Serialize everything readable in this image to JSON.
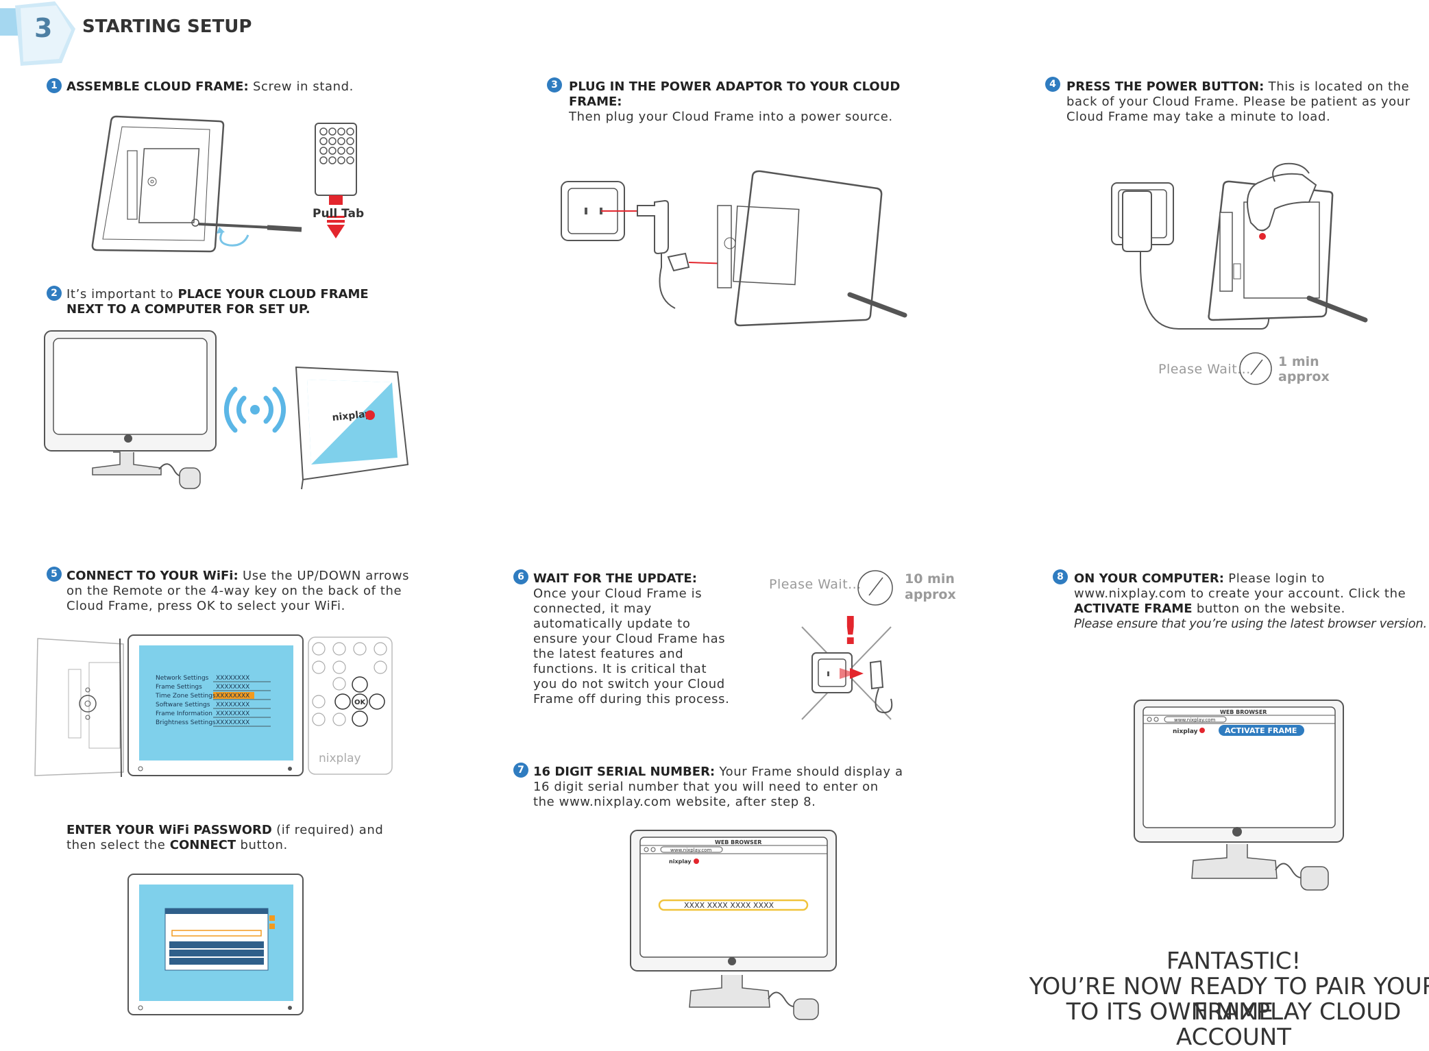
{
  "header": {
    "section_number": "3",
    "title": "STARTING SETUP"
  },
  "steps": [
    {
      "num": "1",
      "bold": "ASSEMBLE CLOUD FRAME:",
      "text": " Screw in stand."
    },
    {
      "num": "2",
      "pre": "It’s important to ",
      "bold": "PLACE YOUR CLOUD FRAME NEXT TO A COMPUTER FOR SET UP."
    },
    {
      "num": "3",
      "bold": "PLUG IN THE POWER ADAPTOR TO YOUR CLOUD FRAME:",
      "text": "Then plug your Cloud Frame into a power source."
    },
    {
      "num": "4",
      "bold": "PRESS THE POWER BUTTON:",
      "text": " This is located on the back of your Cloud Frame. Please be patient as your Cloud Frame may take a minute to load."
    },
    {
      "num": "5",
      "bold": "CONNECT TO YOUR WiFi:",
      "text": " Use the UP/DOWN arrows on the Remote or the 4-way key on the back of the Cloud Frame, press OK to select your WiFi."
    },
    {
      "num": "6",
      "bold": "WAIT FOR THE UPDATE:",
      "text": " Once your Cloud Frame is connected, it may automatically update to ensure your Cloud Frame has the latest features and functions. It is critical that you do not switch your Cloud Frame off during this process."
    },
    {
      "num": "7",
      "bold": "16 DIGIT SERIAL NUMBER:",
      "text": " Your Frame should display a 16 digit serial number that you will need to enter on the www.nixplay.com website, after step 8."
    },
    {
      "num": "8",
      "bold": "ON YOUR COMPUTER:",
      "text": " Please login to www.nixplay.com to create your account. Click the ",
      "bold2": "ACTIVATE FRAME",
      "text2": " button on the website.",
      "note": "Please ensure that you’re using the latest browser version."
    }
  ],
  "wifi_password": {
    "bold": "ENTER YOUR WiFi PASSWORD",
    "text": " (if required) and then select the ",
    "bold2": "CONNECT",
    "text2": " button."
  },
  "labels": {
    "pull_tab": "Pull Tab",
    "please_wait": "Please Wait...",
    "wait1_a": "1 min",
    "wait1_b": "approx",
    "wait10_a": "10 min",
    "wait10_b": "approx",
    "nixplay": "nixplay",
    "web_browser": "WEB BROWSER",
    "url": "www.nixplay.com",
    "activate_frame": "ACTIVATE FRAME",
    "serial": "XXXX  XXXX  XXXX  XXXX",
    "menu_items": [
      "Network Settings",
      "Frame Settings",
      "Time Zone Settings",
      "Software Settings",
      "Frame Information",
      "Brightness Settings"
    ],
    "menu_value": "XXXXXXXX",
    "remote_ok": "OK"
  },
  "finale": {
    "line1": "FANTASTIC!",
    "line2": "YOU’RE NOW READY TO PAIR YOUR FRAME",
    "line3": "TO ITS OWN NIXPLAY CLOUD ACCOUNT"
  },
  "colors": {
    "badge": "#2f7cc0",
    "screen": "#7fd0eb",
    "red": "#e3262d",
    "highlight": "#f39a1e"
  }
}
